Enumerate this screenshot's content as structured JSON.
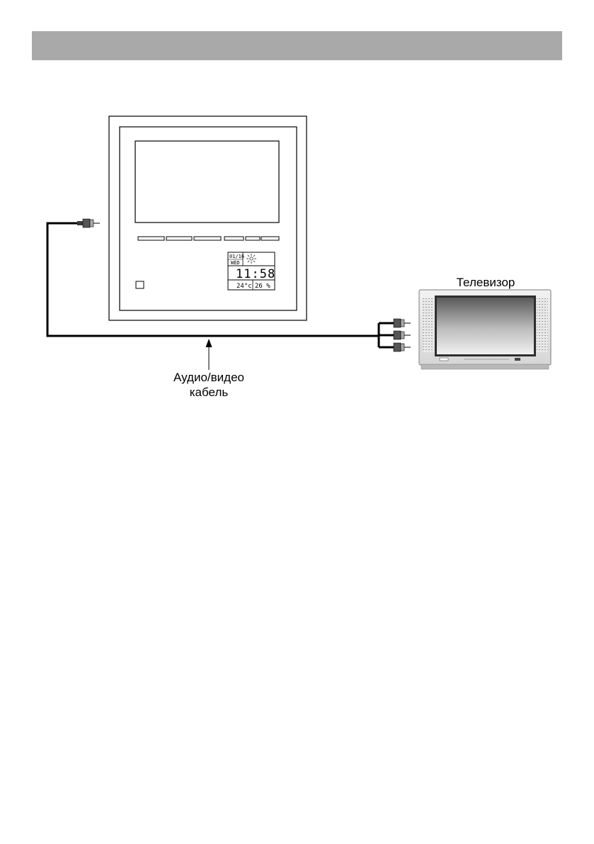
{
  "tv_label": "Телевизор",
  "cable_label_line1": "Аудио/видео",
  "cable_label_line2": "кабель",
  "monitor_display": {
    "date": "01/16",
    "weekday": "WED",
    "time": "11:58",
    "temperature": "24°c",
    "humidity": "26 %"
  },
  "colors": {
    "header_bar": "#a9a9a9",
    "cable": "#000000"
  }
}
